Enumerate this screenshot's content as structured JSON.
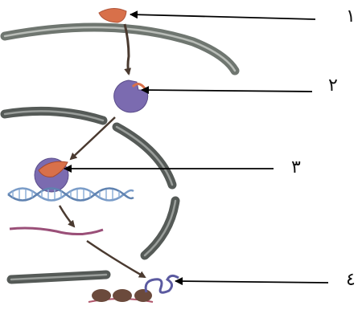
{
  "labels": {
    "one": "١",
    "two": "٢",
    "three": "٣",
    "four": "٤"
  },
  "colors": {
    "membrane": "#6f7670",
    "membrane_light": "#b9bdb8",
    "nuclear_envelope": "#555a57",
    "nuclear_envelope_light": "#9a9e9b",
    "hormone": "#d8704a",
    "receptor": "#7b6bb0",
    "dna": "#7a9cc8",
    "mrna": "#9a4f78",
    "ribosome": "#6b4a3c",
    "protein": "#5b5aa0",
    "process_arrow": "#4a3a30",
    "pointer_arrow": "#000000"
  }
}
